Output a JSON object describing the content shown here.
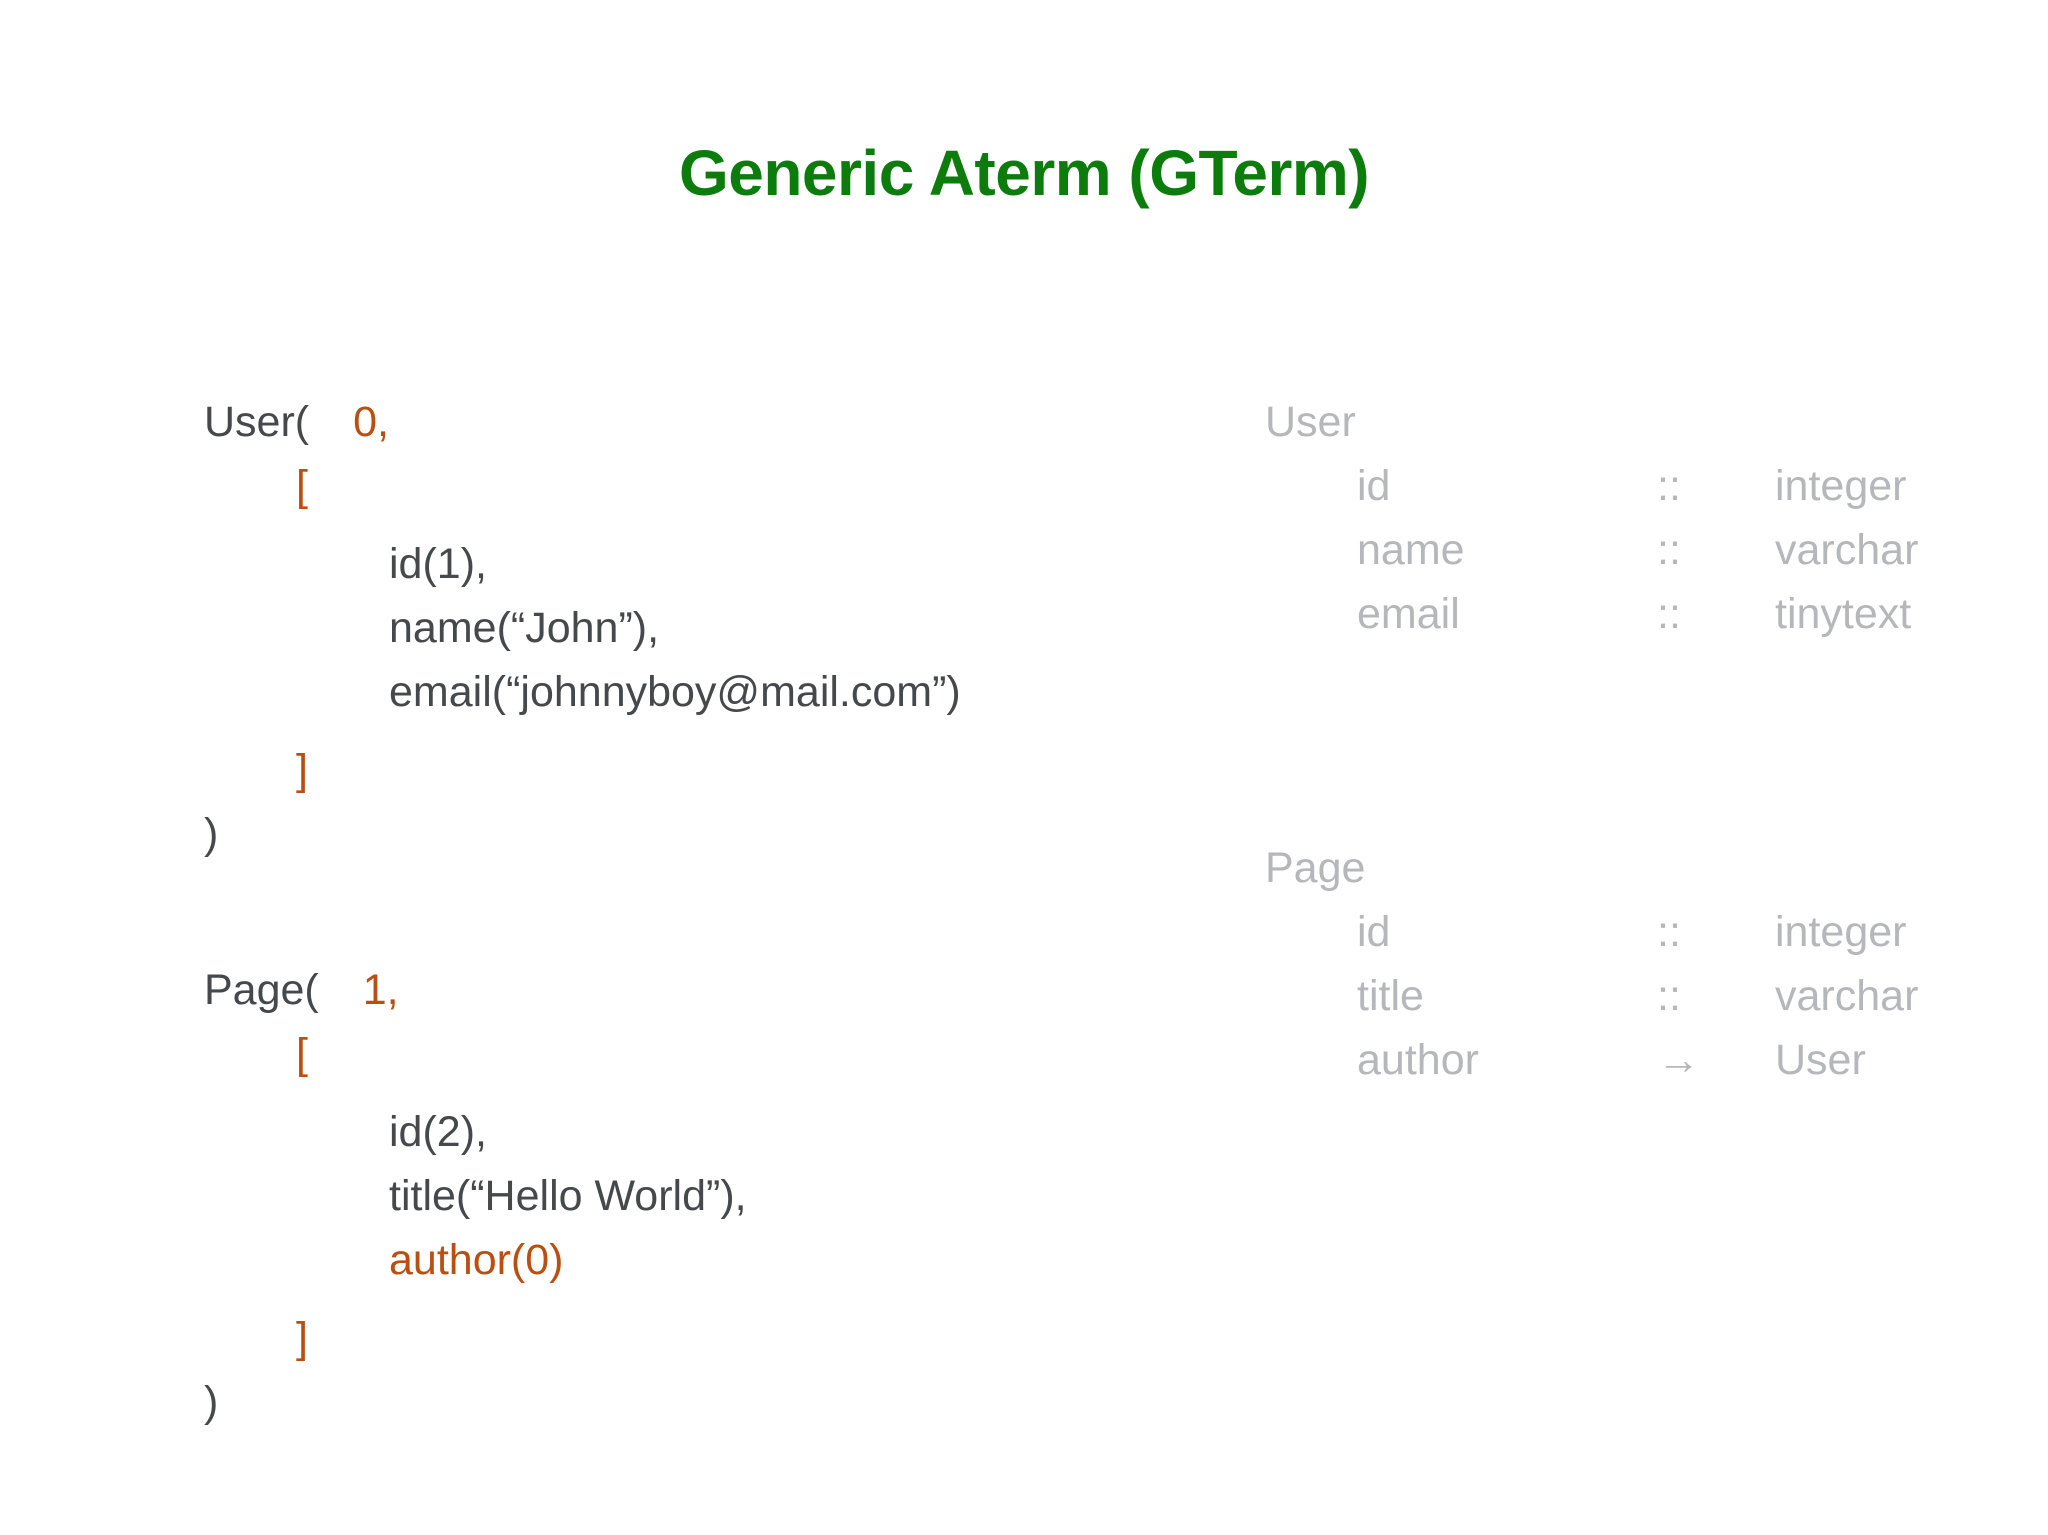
{
  "slide": {
    "title": "Generic Aterm (GTerm)",
    "title_color": "#0c7c0c",
    "background_color": "#ffffff",
    "code_color": "#45494c",
    "highlight_color": "#bb4f11",
    "schema_color": "#b6b7bb"
  },
  "code": {
    "user": {
      "ctor": "User(",
      "id_value": "0,",
      "open_bracket": "[",
      "fields": [
        "id(1),",
        "name(“John”),",
        "email(“johnnyboy@mail.com”)"
      ],
      "close_bracket": "]",
      "close_paren": ")"
    },
    "page": {
      "ctor": "Page(",
      "id_value": "1,",
      "open_bracket": "[",
      "fields": [
        "id(2),",
        "title(“Hello World”),",
        "author(0)"
      ],
      "field_highlight_index": 2,
      "close_bracket": "]",
      "close_paren": ")"
    }
  },
  "schema": {
    "user": {
      "name": "User",
      "rows": [
        {
          "field": "id",
          "sep": "::",
          "type": "integer"
        },
        {
          "field": "name",
          "sep": "::",
          "type": "varchar"
        },
        {
          "field": "email",
          "sep": "::",
          "type": "tinytext"
        }
      ]
    },
    "page": {
      "name": "Page",
      "rows": [
        {
          "field": "id",
          "sep": "::",
          "type": "integer"
        },
        {
          "field": "title",
          "sep": "::",
          "type": "varchar"
        },
        {
          "field": "author",
          "sep": "→",
          "type": "User"
        }
      ]
    }
  }
}
